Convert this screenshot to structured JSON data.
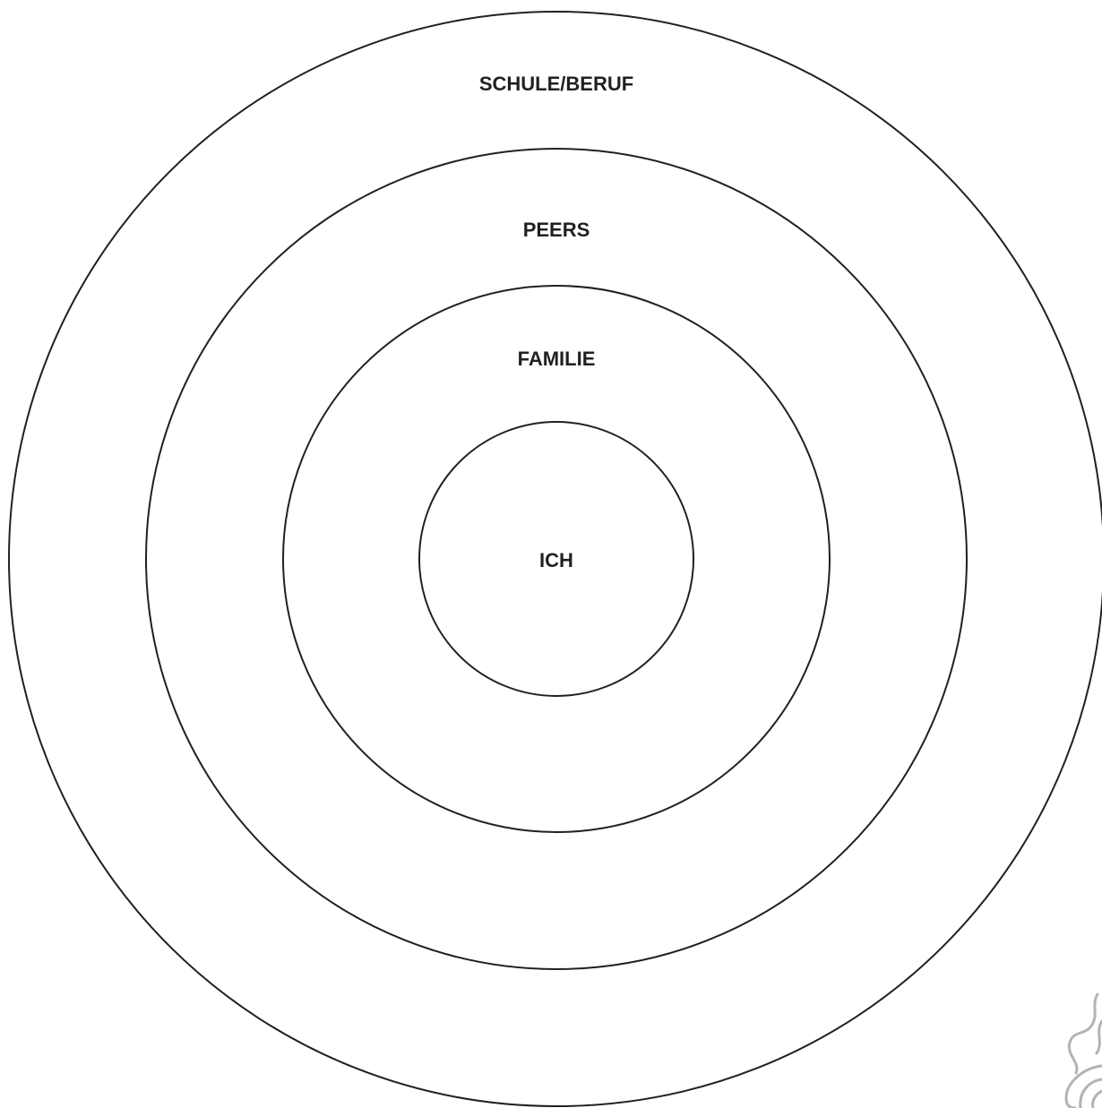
{
  "diagram": {
    "type": "concentric-circles",
    "rings": [
      {
        "label": "SCHULE/BERUF"
      },
      {
        "label": "PEERS"
      },
      {
        "label": "FAMILIE"
      },
      {
        "label": "ICH"
      }
    ]
  },
  "colors": {
    "stroke": "#231f20",
    "text": "#231f20",
    "ornament": "#b3b3b3",
    "background": "#ffffff"
  },
  "icons": {
    "corner_ornament": "swirl-ornament-icon"
  }
}
